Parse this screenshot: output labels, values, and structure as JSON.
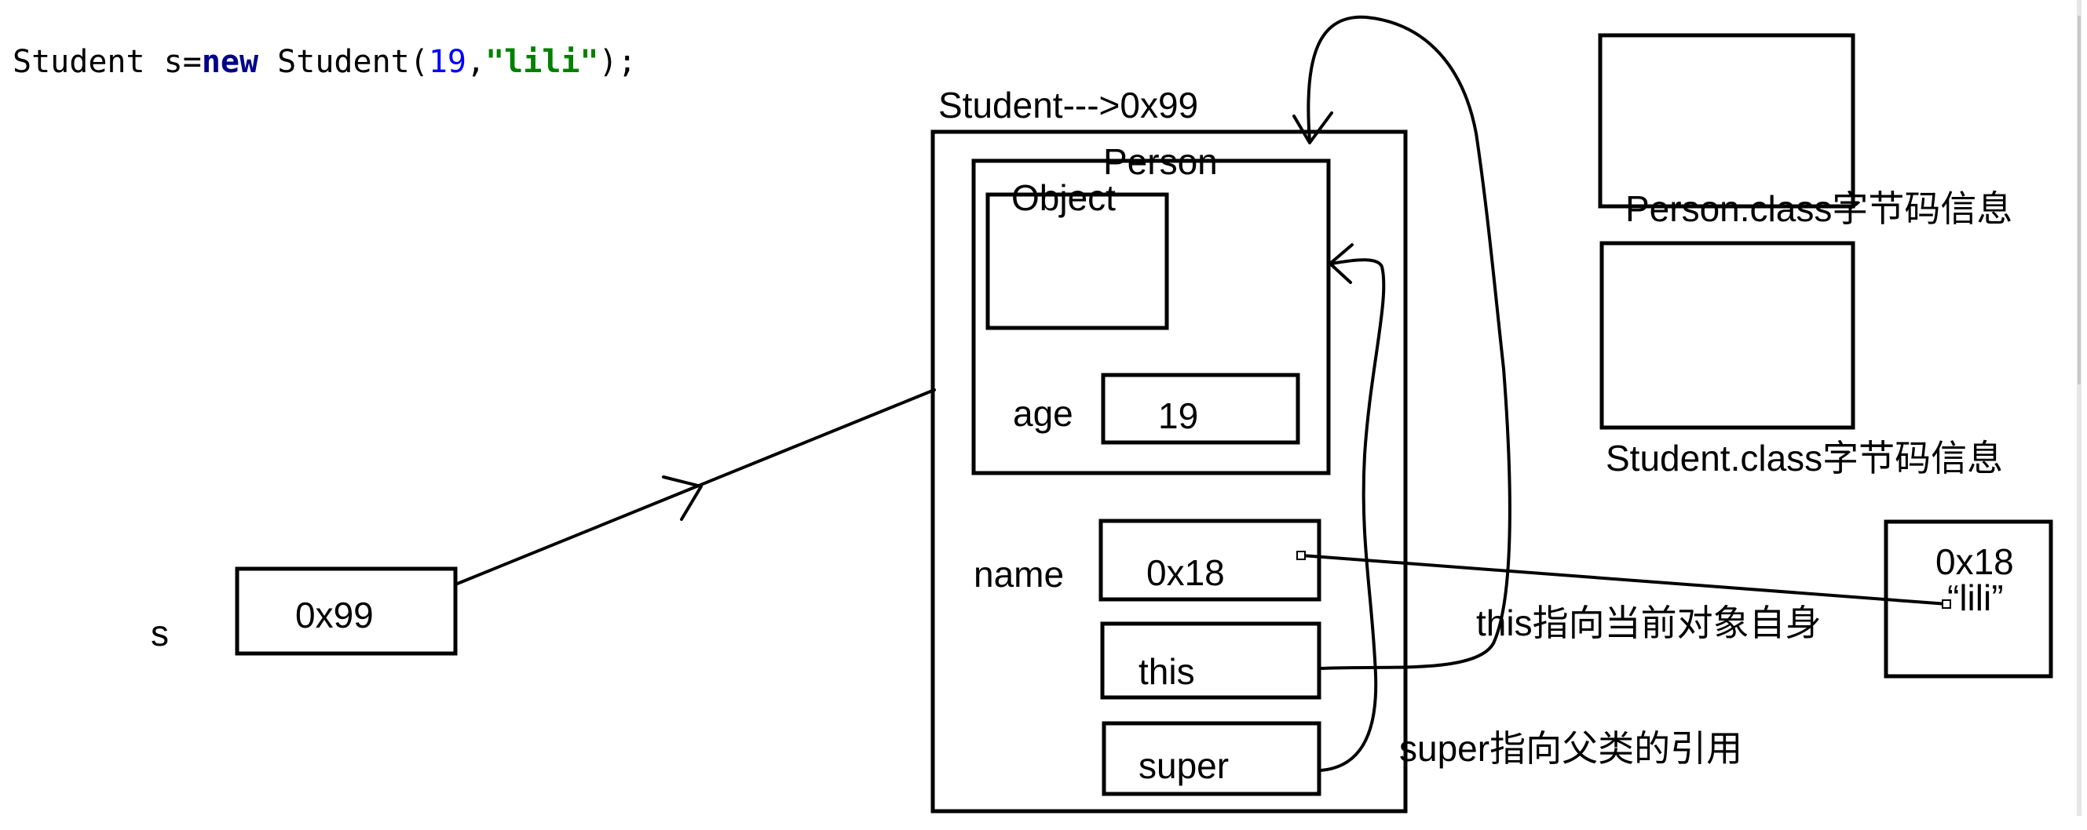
{
  "code": {
    "t1": "Student s=",
    "kw": "new",
    "t2": " Student(",
    "num": "19",
    "t3": ",",
    "str": "\"lili\"",
    "t4": ");",
    "colors": {
      "text": "#000000",
      "keyword": "#00008b",
      "number": "#0000ff",
      "string": "#008000"
    }
  },
  "labels": {
    "student_addr": "Student--->0x99",
    "person": "Person",
    "object": "Object",
    "age": "age",
    "age_value": "19",
    "name": "name",
    "name_value": "0x18",
    "this": "this",
    "super": "super",
    "s": "s",
    "s_value": "0x99",
    "person_class": "Person.class字节码信息",
    "student_class": "Student.class字节码信息",
    "string_addr": "0x18",
    "string_value": "“lili”",
    "this_desc": "this指向当前对象自身",
    "super_desc": "super指向父类的引用"
  }
}
